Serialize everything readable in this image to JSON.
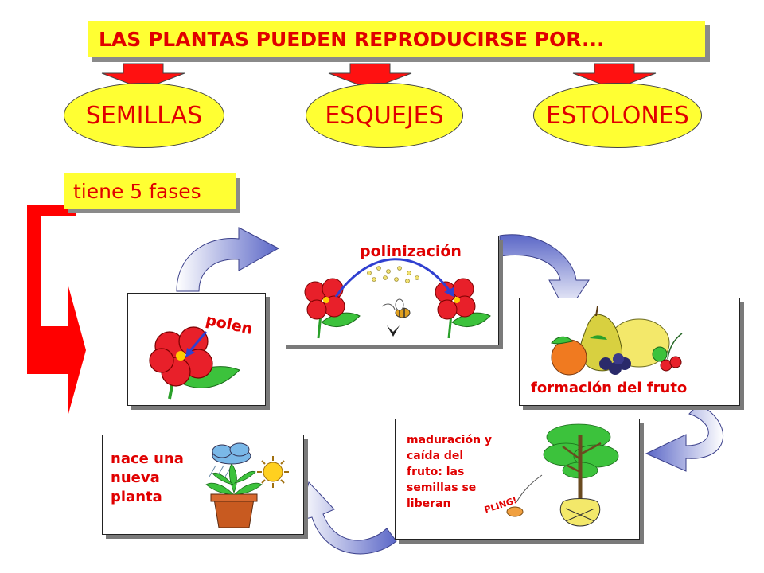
{
  "title": "LAS PLANTAS PUEDEN REPRODUCIRSE POR...",
  "methods": [
    "SEMILLAS",
    "ESQUEJES",
    "ESTOLONES"
  ],
  "phases_label": "tiene 5 fases",
  "stages": {
    "polen": "polen",
    "polinizacion": "polinización",
    "fruto": "formación del fruto",
    "maduracion": [
      "maduración y",
      "caída del",
      "fruto: las",
      "semillas se",
      "liberan"
    ],
    "planta": [
      "nace una",
      "nueva",
      "planta"
    ]
  },
  "sound": "PLING!",
  "colors": {
    "yellow": "#ffff33",
    "red": "#e00000",
    "arrow_blue": "#5b67c7"
  }
}
